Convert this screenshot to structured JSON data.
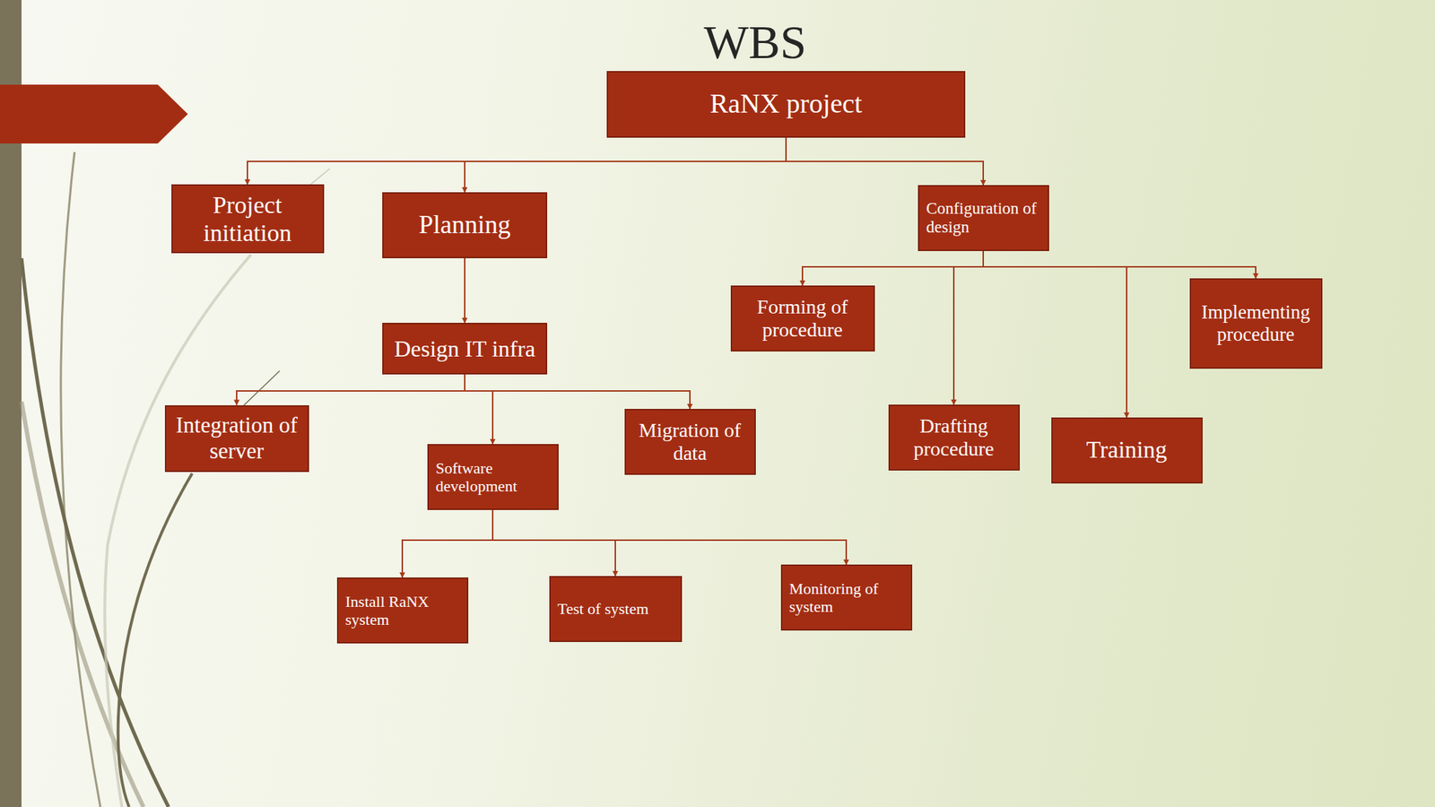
{
  "diagram": {
    "title": "WBS",
    "nodes": [
      {
        "text": [
          "RaNX project"
        ]
      },
      {
        "text": [
          "Project initiation"
        ]
      },
      {
        "text": [
          "Planning"
        ]
      },
      {
        "text": [
          "Configuration of design"
        ]
      },
      {
        "text": [
          "Design IT infra"
        ]
      },
      {
        "text": [
          "Forming of procedure"
        ]
      },
      {
        "text": [
          "Implementing procedure"
        ]
      },
      {
        "text": [
          "Integration of server"
        ]
      },
      {
        "text": [
          "Software development"
        ]
      },
      {
        "text": [
          "Migration of data"
        ]
      },
      {
        "text": [
          "Drafting procedure"
        ]
      },
      {
        "text": [
          "Training"
        ]
      },
      {
        "text": [
          "Install RaNX system"
        ]
      },
      {
        "text": [
          "Test of system"
        ]
      },
      {
        "text": [
          "Monitoring of system"
        ]
      }
    ],
    "edges": [
      {
        "from": 0,
        "to": 1,
        "arrow": "to"
      },
      {
        "from": 0,
        "to": 2,
        "arrow": "to"
      },
      {
        "from": 0,
        "to": 3,
        "arrow": "to"
      },
      {
        "from": 2,
        "to": 4,
        "arrow": "to"
      },
      {
        "from": 4,
        "to": 7,
        "arrow": "to"
      },
      {
        "from": 4,
        "to": 8,
        "arrow": "to"
      },
      {
        "from": 4,
        "to": 9,
        "arrow": "to"
      },
      {
        "from": 3,
        "to": 5,
        "arrow": "to"
      },
      {
        "from": 3,
        "to": 6,
        "arrow": "to"
      },
      {
        "from": 3,
        "to": 10,
        "arrow": "to"
      },
      {
        "from": 3,
        "to": 11,
        "arrow": "to"
      },
      {
        "from": 8,
        "to": 12,
        "arrow": "to"
      },
      {
        "from": 8,
        "to": 13,
        "arrow": "to"
      },
      {
        "from": 8,
        "to": 14,
        "arrow": "to"
      }
    ]
  }
}
